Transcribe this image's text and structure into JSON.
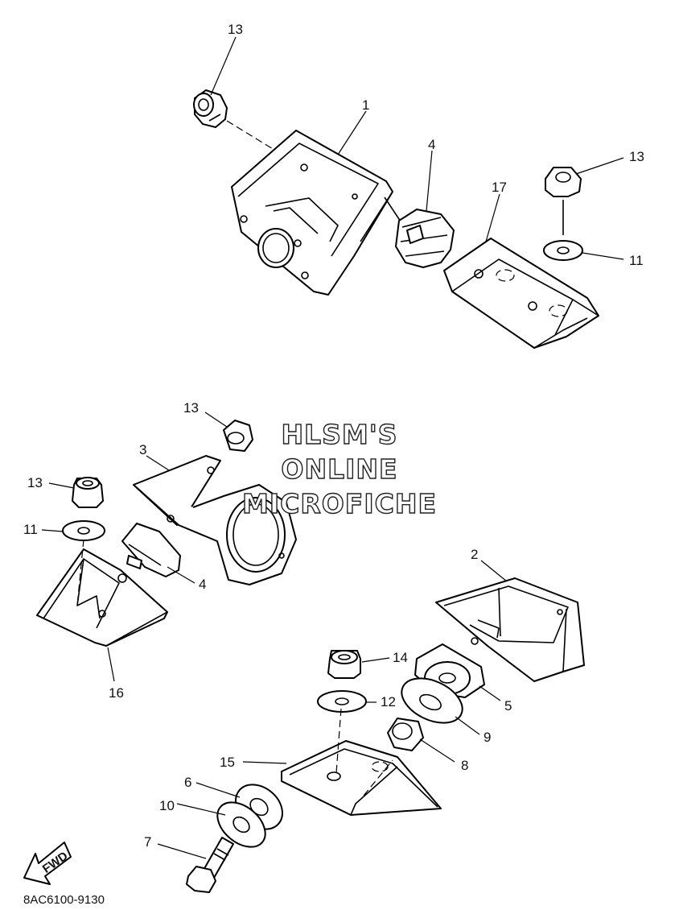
{
  "diagram": {
    "code": "8AC6100-9130",
    "fwd_label": "FWD",
    "watermark": [
      "HLSM'S",
      "ONLINE",
      "MICROFICHE"
    ],
    "callouts": {
      "c1": "1",
      "c2": "2",
      "c3": "3",
      "c4a": "4",
      "c4b": "4",
      "c5": "5",
      "c6": "6",
      "c7": "7",
      "c8": "8",
      "c9": "9",
      "c10": "10",
      "c11a": "11",
      "c11b": "11",
      "c12": "12",
      "c13a": "13",
      "c13b": "13",
      "c13c": "13",
      "c13d": "13",
      "c14": "14",
      "c15": "15",
      "c16": "16",
      "c17": "17"
    }
  }
}
